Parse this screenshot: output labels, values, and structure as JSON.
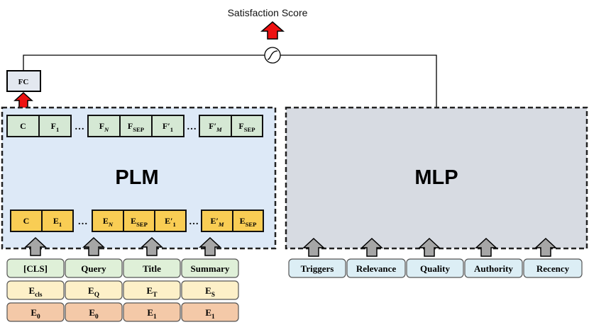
{
  "output": {
    "label": "Satisfaction Score"
  },
  "fc": {
    "label": "FC"
  },
  "plm": {
    "label": "PLM",
    "top_row": [
      {
        "main": "C",
        "sub": "",
        "prime": false
      },
      {
        "main": "F",
        "sub": "1",
        "prime": false
      },
      {
        "main": "…",
        "sub": "",
        "prime": false
      },
      {
        "main": "F",
        "sub": "N",
        "prime": false
      },
      {
        "main": "F",
        "sub": "SEP",
        "prime": false
      },
      {
        "main": "F",
        "sub": "1",
        "prime": true
      },
      {
        "main": "…",
        "sub": "",
        "prime": false
      },
      {
        "main": "F",
        "sub": "M",
        "prime": true
      },
      {
        "main": "F",
        "sub": "SEP",
        "prime": false
      }
    ],
    "bottom_row": [
      {
        "main": "C",
        "sub": "",
        "prime": false
      },
      {
        "main": "E",
        "sub": "1",
        "prime": false
      },
      {
        "main": "…",
        "sub": "",
        "prime": false
      },
      {
        "main": "E",
        "sub": "N",
        "prime": false
      },
      {
        "main": "E",
        "sub": "SEP",
        "prime": false
      },
      {
        "main": "E",
        "sub": "1",
        "prime": true
      },
      {
        "main": "…",
        "sub": "",
        "prime": false
      },
      {
        "main": "E",
        "sub": "M",
        "prime": true
      },
      {
        "main": "E",
        "sub": "SEP",
        "prime": false
      }
    ]
  },
  "mlp": {
    "label": "MLP"
  },
  "inputs": {
    "tokens": [
      "[CLS]",
      "Query",
      "Title",
      "Summary"
    ],
    "segments": [
      {
        "main": "E",
        "sub": "cls"
      },
      {
        "main": "E",
        "sub": "Q"
      },
      {
        "main": "E",
        "sub": "T"
      },
      {
        "main": "E",
        "sub": "S"
      }
    ],
    "positions": [
      {
        "main": "E",
        "sub": "0"
      },
      {
        "main": "E",
        "sub": "0"
      },
      {
        "main": "E",
        "sub": "1"
      },
      {
        "main": "E",
        "sub": "1"
      }
    ]
  },
  "features": [
    "Triggers",
    "Relevance",
    "Quality",
    "Authority",
    "Recency"
  ],
  "colors": {
    "plm_bg": "#dde9f7",
    "mlp_bg": "#d7dbe2",
    "green_cell": "#d5e8d4",
    "yellow_cell": "#f9cd54",
    "token_cell": "#dff0d8",
    "segment_cell": "#fdf0c8",
    "position_cell": "#f4c9a8",
    "feature_cell": "#dceef5",
    "arrow_red": "#ee1111",
    "arrow_gray": "#a6a6a6",
    "fc_box": "#e3e8f0"
  }
}
